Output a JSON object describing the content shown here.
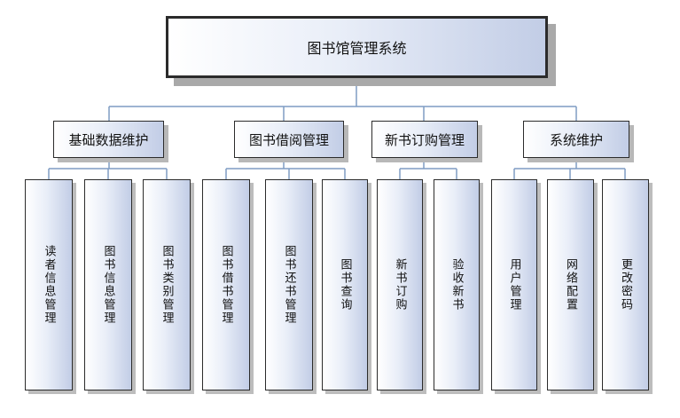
{
  "root": {
    "label": "图书馆管理系统"
  },
  "groups": [
    {
      "label": "基础数据维护",
      "children": [
        "读者信息管理",
        "图书信息管理",
        "图书类别管理"
      ]
    },
    {
      "label": "图书借阅管理",
      "children": [
        "图书借书管理",
        "图书还书管理",
        "图书查询"
      ]
    },
    {
      "label": "新书订购管理",
      "children": [
        "新书订购",
        "验收新书"
      ]
    },
    {
      "label": "系统维护",
      "children": [
        "用户管理",
        "网络配置",
        "更改密码"
      ]
    }
  ],
  "colors": {
    "connector": "#7f9cc3",
    "border": "#2b2b2b",
    "shadow": "#b8b8b8",
    "gradient_start": "#ffffff",
    "gradient_end": "#c2cde6"
  }
}
